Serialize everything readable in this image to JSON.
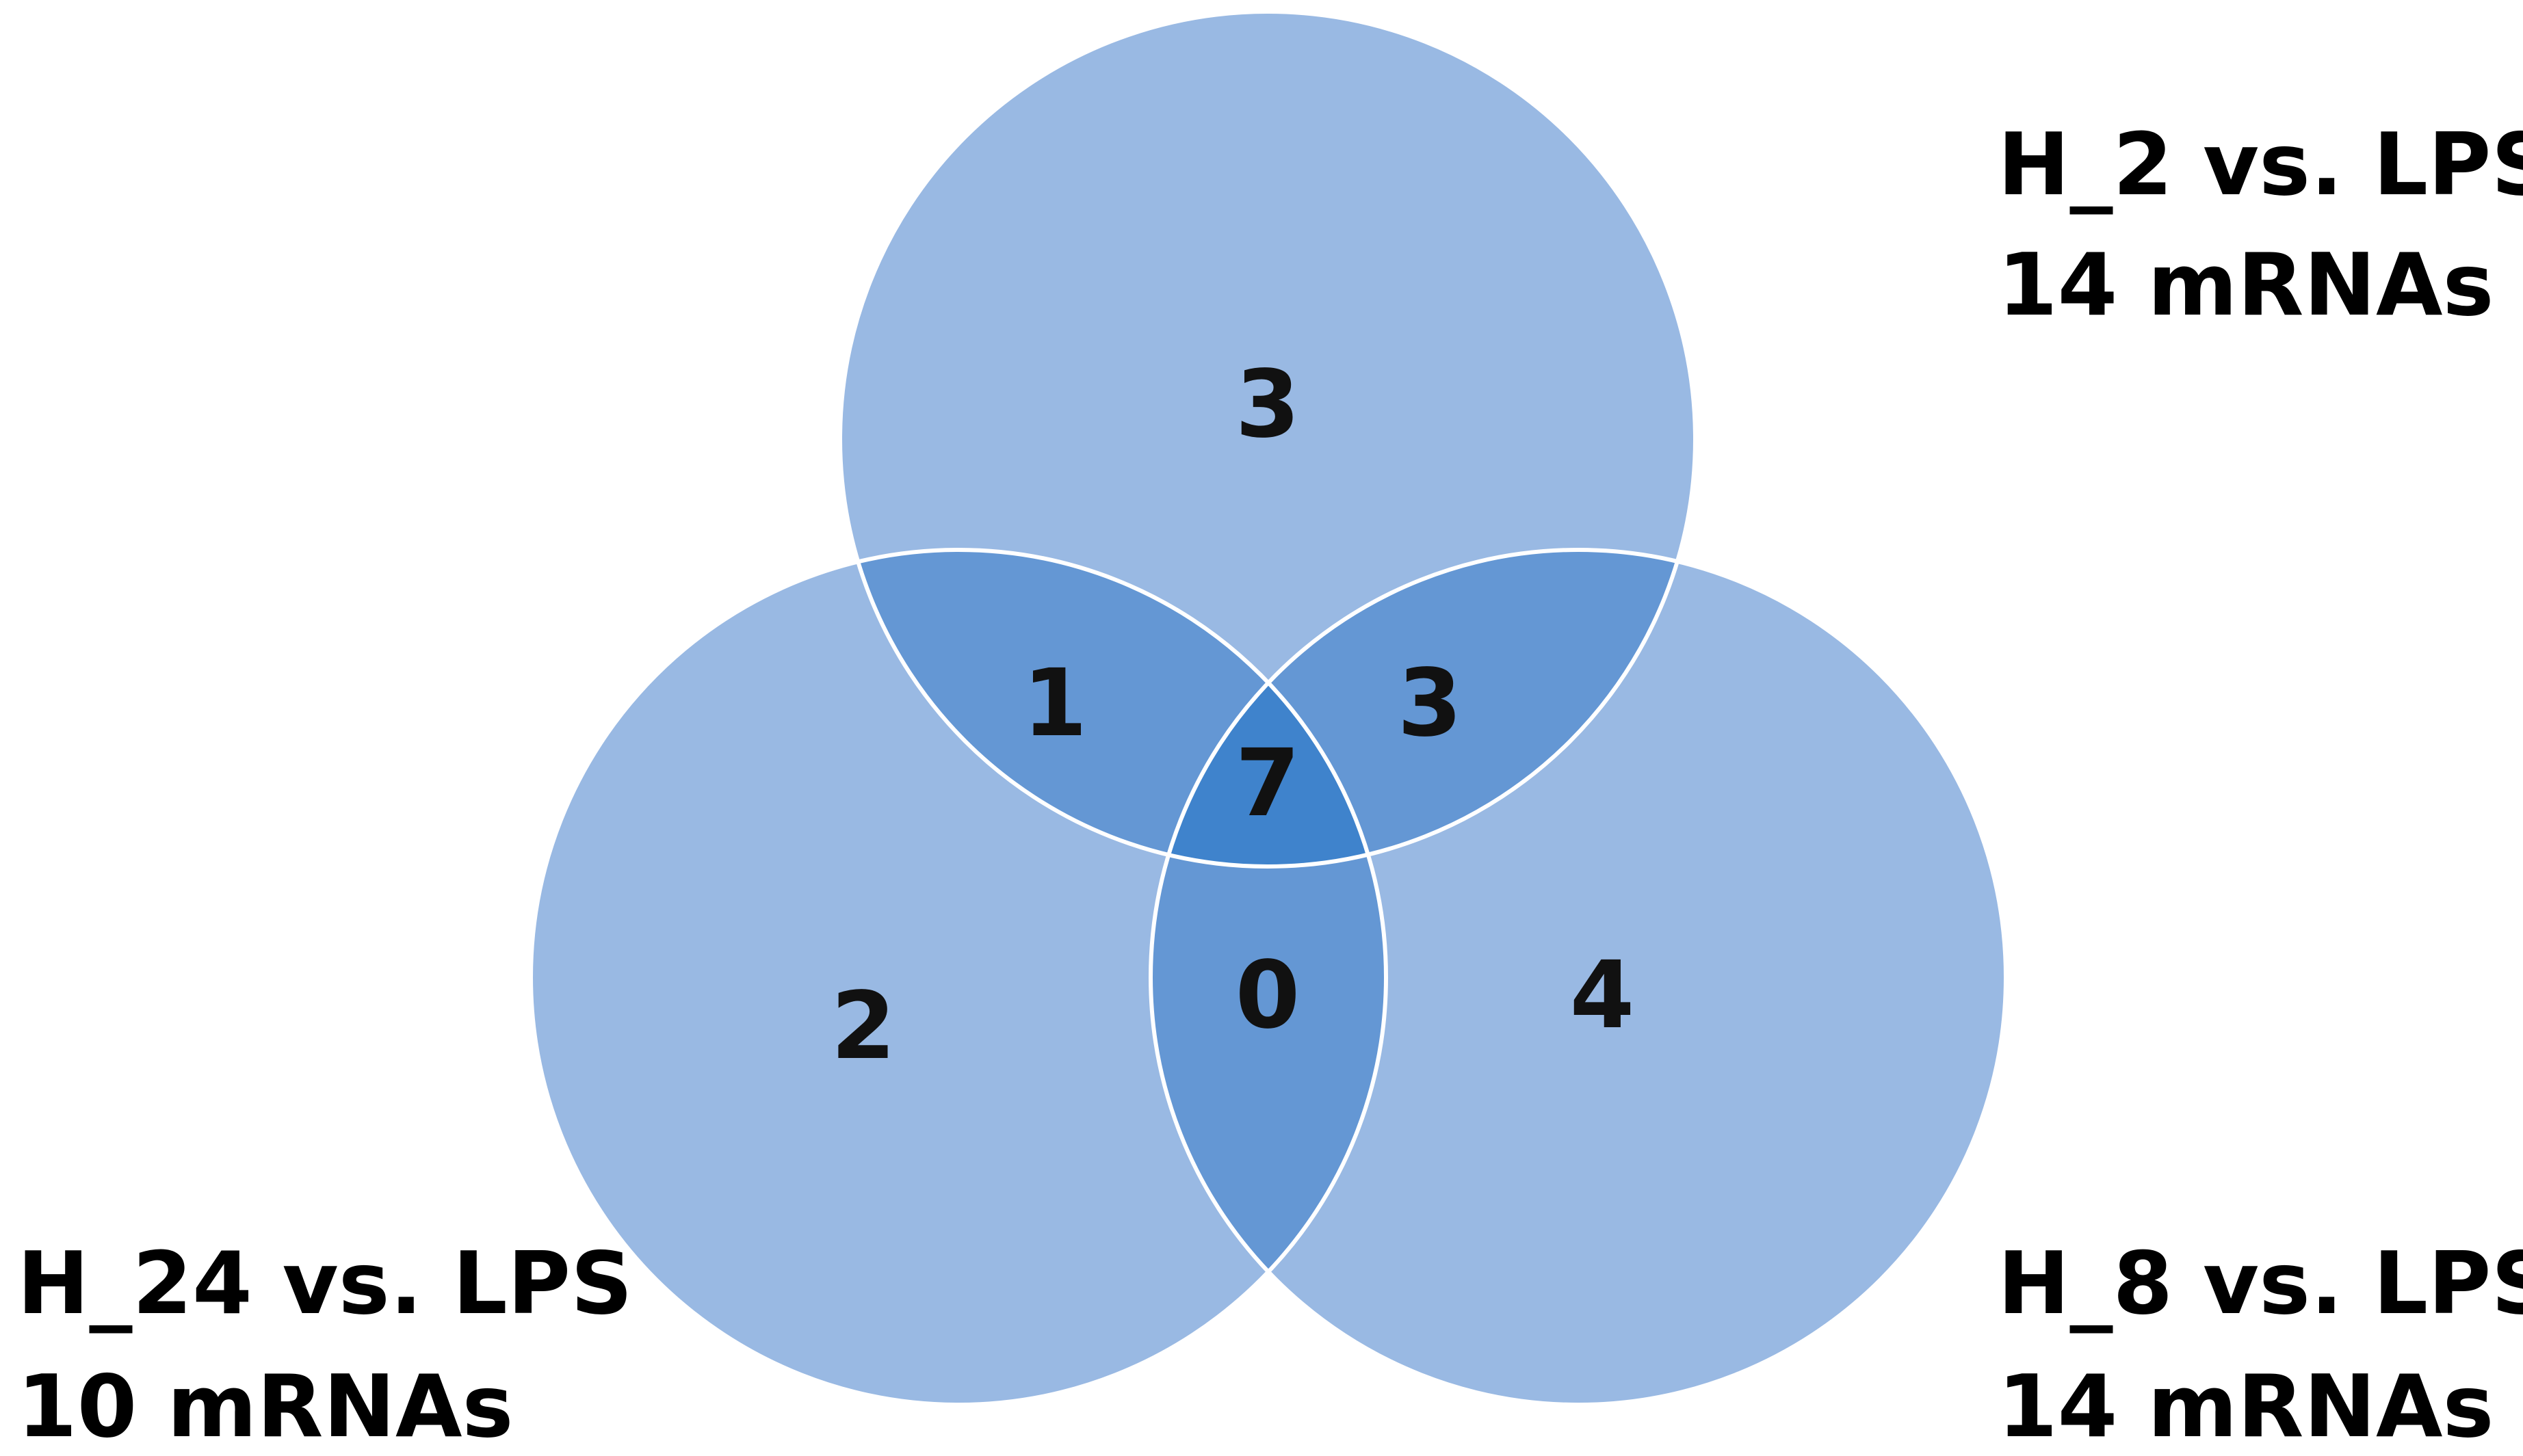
{
  "colors": {
    "circle_fill": "#99b9e3",
    "pair_overlap_fill": "#6497d4",
    "center_overlap_fill": "#3f83cc",
    "outline": "#ffffff",
    "background": "#ffffff"
  },
  "sets": [
    {
      "id": "top",
      "name": "H_2 vs. LPS",
      "count_label": "14 mRNAs"
    },
    {
      "id": "left",
      "name": "H_24 vs. LPS",
      "count_label": "10 mRNAs"
    },
    {
      "id": "right",
      "name": "H_8 vs. LPS",
      "count_label": "14 mRNAs"
    }
  ],
  "regions": {
    "top_only": "3",
    "left_only": "2",
    "right_only": "4",
    "top_left": "1",
    "top_right": "3",
    "left_right": "0",
    "all_three": "7"
  }
}
